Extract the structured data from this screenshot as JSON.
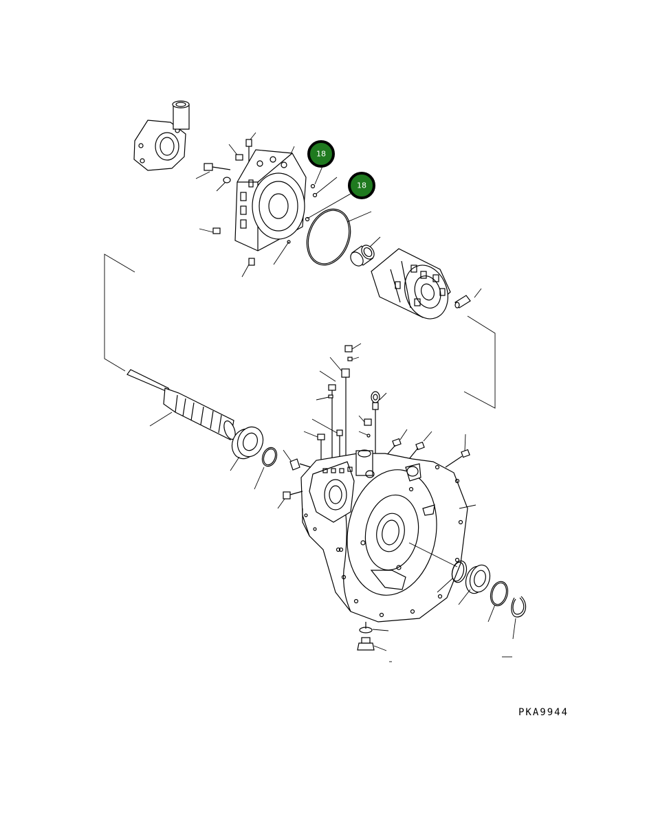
{
  "callouts": [
    {
      "label": "18"
    },
    {
      "label": "18"
    }
  ],
  "drawing_code": "PKA9944",
  "colors": {
    "callout_fill": "#1f7a1f",
    "callout_border": "#000000",
    "line": "#000000",
    "background": "#ffffff"
  }
}
